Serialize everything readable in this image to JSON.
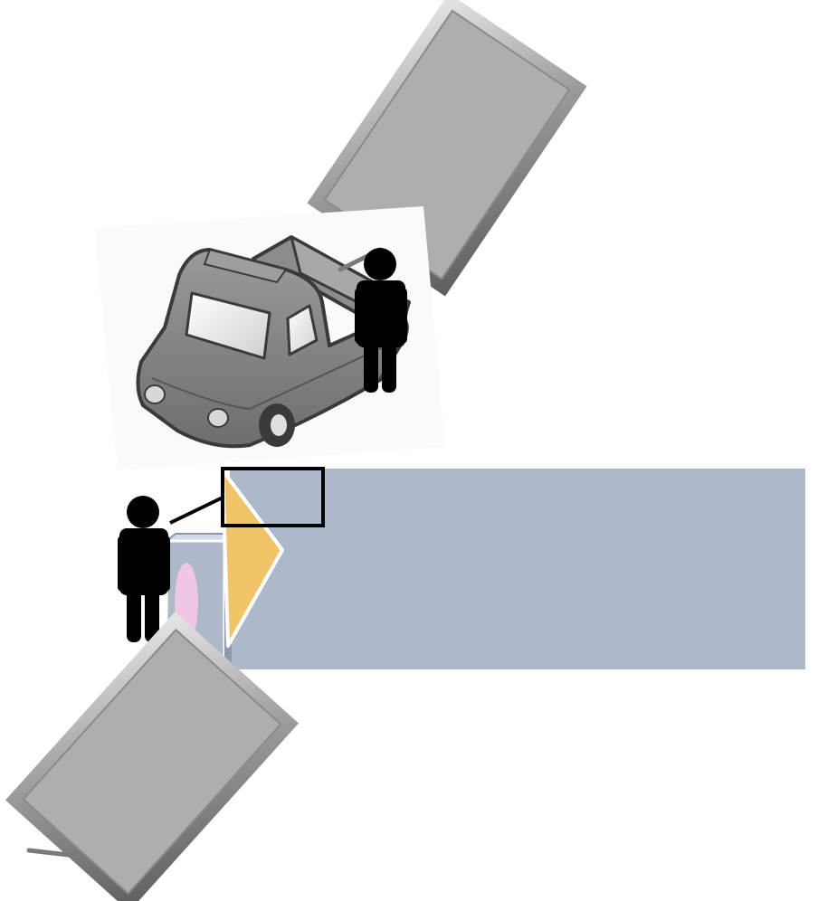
{
  "scene": {
    "figures": [
      {
        "name": "person-near-truck",
        "color": "#000000"
      },
      {
        "name": "person-near-booth",
        "color": "#000000"
      }
    ],
    "objects": [
      {
        "name": "display-panel-top",
        "fill": "#aeaeae"
      },
      {
        "name": "pickup-truck",
        "fill": "#7a7a7a"
      },
      {
        "name": "display-panel-bottom",
        "fill": "#aeaeae"
      },
      {
        "name": "blue-wall",
        "fill": "#adb8ca"
      },
      {
        "name": "yellow-arrow",
        "fill": "#f2c46a"
      },
      {
        "name": "pink-oval",
        "fill": "#efc6e3"
      },
      {
        "name": "outline-box",
        "stroke": "#000000"
      }
    ]
  }
}
